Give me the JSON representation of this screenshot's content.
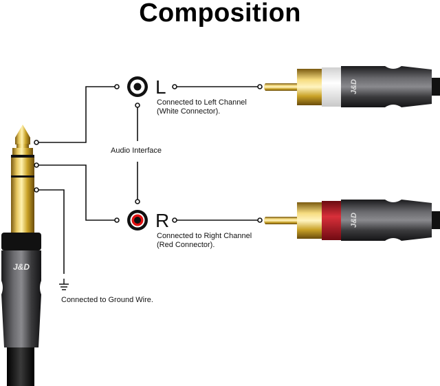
{
  "title": "Composition",
  "left_channel": {
    "letter": "L",
    "line1": "Connected to Left Channel",
    "line2": "(White Connector).",
    "ring_color": "#ffffff"
  },
  "right_channel": {
    "letter": "R",
    "line1": "Connected to Right Channel",
    "line2": "(Red Connector).",
    "ring_color": "#e01010"
  },
  "audio_interface_label": "Audio Interface",
  "ground_label": "Connected to Ground Wire.",
  "brand": "J&D",
  "colors": {
    "gold": "#c9a227",
    "gunmetal": "#3a3a3c",
    "red_band": "#c8202a",
    "white_band": "#f4f4f4",
    "line": "#111111"
  }
}
